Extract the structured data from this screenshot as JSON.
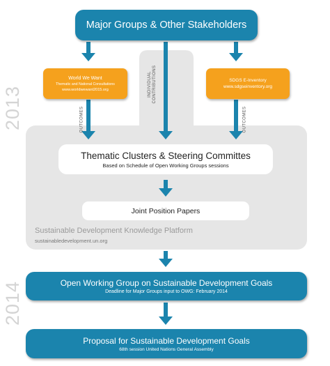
{
  "years": {
    "first": "2013",
    "second": "2014"
  },
  "top_box": {
    "title": "Major Groups & Other Stakeholders"
  },
  "left_box": {
    "title": "World We Want",
    "line1": "Thematic and National Consultations",
    "line2": "www.worldwewant2015.org"
  },
  "right_box": {
    "title": "SDGS E-Inventory",
    "line1": "www.sdgseinventory.org"
  },
  "arrow_labels": {
    "left": "OUTCOMES",
    "center_line1": "INDIVIDUAL",
    "center_line2": "CONTRIBUTIONS",
    "right": "OUTCOMES"
  },
  "clusters_box": {
    "title": "Thematic Clusters & Steering Committes",
    "subtitle": "Based on Schedule of Open Working Groups sessions"
  },
  "papers_box": {
    "title": "Joint Position Papers"
  },
  "platform": {
    "title": "Sustainable Development Knowledge Platform",
    "url": "sustainabledevelopment.un.org"
  },
  "owg_box": {
    "title": "Open Working Group on Sustainable Development Goals",
    "subtitle": "Deadline for Major Groups input to OWG: February 2014"
  },
  "proposal_box": {
    "title": "Proposal for Sustainable Development Goals",
    "subtitle": "68th session United Nations General Assembly"
  },
  "colors": {
    "blue": "#1b84ad",
    "orange": "#f5a11d",
    "panel_grey": "#e6e6e6",
    "year_grey": "#d4d4d4"
  }
}
